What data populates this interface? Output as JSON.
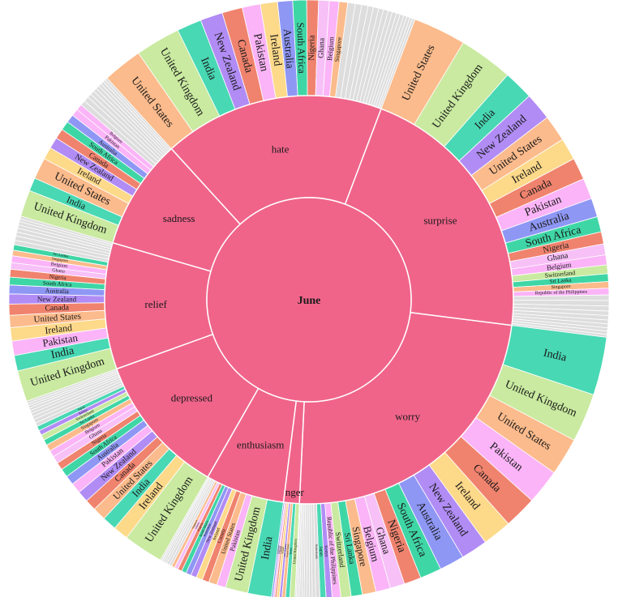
{
  "chart_data": {
    "type": "sunburst",
    "root": "June",
    "colors": {
      "emotion": "#f0648a",
      "United Kingdom": "#c9eaa0",
      "India": "#48d8b4",
      "United States": "#fcbb8c",
      "New Zealand": "#b18cf5",
      "Ireland": "#fdd98a",
      "Canada": "#f0836e",
      "Pakistan": "#fbb4f7",
      "Australia": "#8f97f5",
      "South Africa": "#3fd6a6",
      "Nigeria": "#f0836e",
      "Ghana": "#f7c0f7",
      "Belgium": "#fbb4f7",
      "Singapore": "#fcbb8c",
      "Sri Lanka": "#3fd6a6",
      "Switzerland": "#c9eaa0",
      "Republic of the Philippines": "#fbb4f7",
      "Kenya": "#b18cf5",
      "Japan": "#48d8b4",
      "other": "#dddddd"
    },
    "emotions": [
      {
        "name": "worry",
        "value": 19,
        "countries": [
          {
            "name": "India",
            "value": 13.6
          },
          {
            "name": "United Kingdom",
            "value": 11.4
          },
          {
            "name": "United States",
            "value": 8.8
          },
          {
            "name": "Pakistan",
            "value": 8.2
          },
          {
            "name": "Canada",
            "value": 7.6
          },
          {
            "name": "Ireland",
            "value": 6.8
          },
          {
            "name": "New Zealand",
            "value": 6.2
          },
          {
            "name": "Australia",
            "value": 5.8
          },
          {
            "name": "South Africa",
            "value": 5.0
          },
          {
            "name": "Nigeria",
            "value": 4.0
          },
          {
            "name": "Ghana",
            "value": 3.4
          },
          {
            "name": "Belgium",
            "value": 3.4
          },
          {
            "name": "Singapore",
            "value": 3.2
          },
          {
            "name": "Sri Lanka",
            "value": 2.6
          },
          {
            "name": "Switzerland",
            "value": 2.4
          },
          {
            "name": "Republic of the Philippines",
            "value": 2.0
          },
          {
            "name": "Kenya",
            "value": 1.4
          },
          {
            "name": "Japan",
            "value": 1.4
          },
          {
            "name": "Netherlands",
            "value": 1.0
          },
          {
            "name": "other",
            "value": 0.8
          },
          {
            "name": "other",
            "value": 0.7
          },
          {
            "name": "other",
            "value": 0.6
          },
          {
            "name": "other",
            "value": 0.6
          },
          {
            "name": "other",
            "value": 0.5
          },
          {
            "name": "other",
            "value": 0.5
          },
          {
            "name": "other",
            "value": 0.4
          },
          {
            "name": "other",
            "value": 0.4
          },
          {
            "name": "other",
            "value": 0.3
          }
        ]
      },
      {
        "name": "anger",
        "value": 1,
        "countries": [
          {
            "name": "United Kingdom",
            "value": 3
          },
          {
            "name": "India",
            "value": 2.5
          },
          {
            "name": "United States",
            "value": 2
          },
          {
            "name": "New Zealand",
            "value": 1.5
          },
          {
            "name": "Ireland",
            "value": 1.5
          },
          {
            "name": "Canada",
            "value": 1
          },
          {
            "name": "Pakistan",
            "value": 1
          },
          {
            "name": "Australia",
            "value": 1
          }
        ]
      },
      {
        "name": "enthusiasm",
        "value": 5,
        "countries": [
          {
            "name": "India",
            "value": 9
          },
          {
            "name": "United Kingdom",
            "value": 8.6
          },
          {
            "name": "Pakistan",
            "value": 3.4
          },
          {
            "name": "United States",
            "value": 3.2
          },
          {
            "name": "Canada",
            "value": 2.6
          },
          {
            "name": "Ireland",
            "value": 2.4
          },
          {
            "name": "New Zealand",
            "value": 2.2
          },
          {
            "name": "Australia",
            "value": 2
          },
          {
            "name": "South Africa",
            "value": 1.8
          },
          {
            "name": "Nigeria",
            "value": 1.6
          },
          {
            "name": "Ghana",
            "value": 1.4
          },
          {
            "name": "Singapore",
            "value": 1.2
          },
          {
            "name": "other",
            "value": 1
          },
          {
            "name": "other",
            "value": 1
          },
          {
            "name": "other",
            "value": 0.8
          },
          {
            "name": "other",
            "value": 0.8
          },
          {
            "name": "other",
            "value": 0.6
          },
          {
            "name": "other",
            "value": 0.6
          }
        ]
      },
      {
        "name": "depressed",
        "value": 9,
        "countries": [
          {
            "name": "United Kingdom",
            "value": 8.5
          },
          {
            "name": "Ireland",
            "value": 3.2
          },
          {
            "name": "India",
            "value": 3
          },
          {
            "name": "United States",
            "value": 2.8
          },
          {
            "name": "Canada",
            "value": 2.4
          },
          {
            "name": "New Zealand",
            "value": 2.4
          },
          {
            "name": "Pakistan",
            "value": 2.2
          },
          {
            "name": "Australia",
            "value": 2
          },
          {
            "name": "South Africa",
            "value": 1.8
          },
          {
            "name": "Nigeria",
            "value": 1.6
          },
          {
            "name": "Ghana",
            "value": 1.6
          },
          {
            "name": "Belgium",
            "value": 1.4
          },
          {
            "name": "Singapore",
            "value": 1.4
          },
          {
            "name": "Sri Lanka",
            "value": 1.2
          },
          {
            "name": "Switzerland",
            "value": 1.2
          },
          {
            "name": "Kenya",
            "value": 1
          },
          {
            "name": "Japan",
            "value": 1
          },
          {
            "name": "other",
            "value": 0.8
          },
          {
            "name": "other",
            "value": 0.8
          },
          {
            "name": "other",
            "value": 0.7
          },
          {
            "name": "other",
            "value": 0.7
          },
          {
            "name": "other",
            "value": 0.6
          },
          {
            "name": "other",
            "value": 0.6
          },
          {
            "name": "other",
            "value": 0.5
          },
          {
            "name": "other",
            "value": 0.5
          },
          {
            "name": "other",
            "value": 0.5
          }
        ]
      },
      {
        "name": "relief",
        "value": 8,
        "countries": [
          {
            "name": "United Kingdom",
            "value": 5.6
          },
          {
            "name": "India",
            "value": 2.8
          },
          {
            "name": "Pakistan",
            "value": 2.6
          },
          {
            "name": "Ireland",
            "value": 2.4
          },
          {
            "name": "United States",
            "value": 2.2
          },
          {
            "name": "Canada",
            "value": 2
          },
          {
            "name": "New Zealand",
            "value": 1.8
          },
          {
            "name": "Australia",
            "value": 1.6
          },
          {
            "name": "South Africa",
            "value": 1.4
          },
          {
            "name": "Nigeria",
            "value": 1.4
          },
          {
            "name": "Ghana",
            "value": 1.2
          },
          {
            "name": "Belgium",
            "value": 1.2
          },
          {
            "name": "Singapore",
            "value": 1
          },
          {
            "name": "Sri Lanka",
            "value": 1
          },
          {
            "name": "other",
            "value": 0.8
          },
          {
            "name": "other",
            "value": 0.8
          },
          {
            "name": "other",
            "value": 0.7
          },
          {
            "name": "other",
            "value": 0.7
          },
          {
            "name": "other",
            "value": 0.6
          },
          {
            "name": "other",
            "value": 0.6
          },
          {
            "name": "other",
            "value": 0.5
          },
          {
            "name": "other",
            "value": 0.5
          }
        ]
      },
      {
        "name": "sadness",
        "value": 7,
        "countries": [
          {
            "name": "United Kingdom",
            "value": 5.2
          },
          {
            "name": "India",
            "value": 2.6
          },
          {
            "name": "United States",
            "value": 4.2
          },
          {
            "name": "Ireland",
            "value": 2.4
          },
          {
            "name": "New Zealand",
            "value": 2.2
          },
          {
            "name": "Canada",
            "value": 2
          },
          {
            "name": "South Africa",
            "value": 1.8
          },
          {
            "name": "Australia",
            "value": 1.6
          },
          {
            "name": "Pakistan",
            "value": 1.4
          },
          {
            "name": "Belgium",
            "value": 1.2
          },
          {
            "name": "other",
            "value": 1
          },
          {
            "name": "other",
            "value": 1
          },
          {
            "name": "other",
            "value": 0.8
          },
          {
            "name": "other",
            "value": 0.8
          },
          {
            "name": "other",
            "value": 0.7
          },
          {
            "name": "other",
            "value": 0.7
          },
          {
            "name": "other",
            "value": 0.6
          },
          {
            "name": "other",
            "value": 0.6
          },
          {
            "name": "other",
            "value": 0.5
          },
          {
            "name": "other",
            "value": 0.5
          }
        ]
      },
      {
        "name": "hate",
        "value": 14,
        "countries": [
          {
            "name": "United States",
            "value": 7.4
          },
          {
            "name": "United Kingdom",
            "value": 8.4
          },
          {
            "name": "India",
            "value": 4.6
          },
          {
            "name": "New Zealand",
            "value": 4.2
          },
          {
            "name": "Canada",
            "value": 3.8
          },
          {
            "name": "Pakistan",
            "value": 3.4
          },
          {
            "name": "Ireland",
            "value": 3.2
          },
          {
            "name": "Australia",
            "value": 2.8
          },
          {
            "name": "South Africa",
            "value": 2.6
          },
          {
            "name": "Nigeria",
            "value": 2.2
          },
          {
            "name": "Ghana",
            "value": 2
          },
          {
            "name": "Belgium",
            "value": 1.8
          },
          {
            "name": "Singapore",
            "value": 1.6
          },
          {
            "name": "other",
            "value": 1.4
          },
          {
            "name": "other",
            "value": 1.2
          },
          {
            "name": "other",
            "value": 1.2
          },
          {
            "name": "other",
            "value": 1
          },
          {
            "name": "other",
            "value": 1
          },
          {
            "name": "other",
            "value": 0.9
          },
          {
            "name": "other",
            "value": 0.9
          },
          {
            "name": "other",
            "value": 0.8
          },
          {
            "name": "other",
            "value": 0.8
          },
          {
            "name": "other",
            "value": 0.7
          },
          {
            "name": "other",
            "value": 0.7
          },
          {
            "name": "other",
            "value": 0.6
          },
          {
            "name": "other",
            "value": 0.6
          },
          {
            "name": "other",
            "value": 0.5
          },
          {
            "name": "other",
            "value": 0.5
          }
        ]
      },
      {
        "name": "surprise",
        "value": 17,
        "countries": [
          {
            "name": "United States",
            "value": 9.6
          },
          {
            "name": "United Kingdom",
            "value": 9.8
          },
          {
            "name": "India",
            "value": 5.4
          },
          {
            "name": "New Zealand",
            "value": 5
          },
          {
            "name": "United States",
            "value": 4.8
          },
          {
            "name": "Ireland",
            "value": 4
          },
          {
            "name": "Canada",
            "value": 4
          },
          {
            "name": "Pakistan",
            "value": 3.8
          },
          {
            "name": "Australia",
            "value": 3.4
          },
          {
            "name": "South Africa",
            "value": 2.8
          },
          {
            "name": "Nigeria",
            "value": 2.2
          },
          {
            "name": "Ghana",
            "value": 2
          },
          {
            "name": "Belgium",
            "value": 1.8
          },
          {
            "name": "Switzerland",
            "value": 1.6
          },
          {
            "name": "Sri Lanka",
            "value": 1.4
          },
          {
            "name": "Singapore",
            "value": 1.2
          },
          {
            "name": "Republic of the Philippines",
            "value": 1.2
          },
          {
            "name": "other",
            "value": 1
          },
          {
            "name": "other",
            "value": 1
          },
          {
            "name": "other",
            "value": 0.9
          },
          {
            "name": "other",
            "value": 0.8
          },
          {
            "name": "other",
            "value": 0.8
          },
          {
            "name": "other",
            "value": 0.7
          },
          {
            "name": "other",
            "value": 0.7
          },
          {
            "name": "other",
            "value": 0.6
          },
          {
            "name": "other",
            "value": 0.6
          },
          {
            "name": "other",
            "value": 0.5
          }
        ]
      }
    ]
  }
}
